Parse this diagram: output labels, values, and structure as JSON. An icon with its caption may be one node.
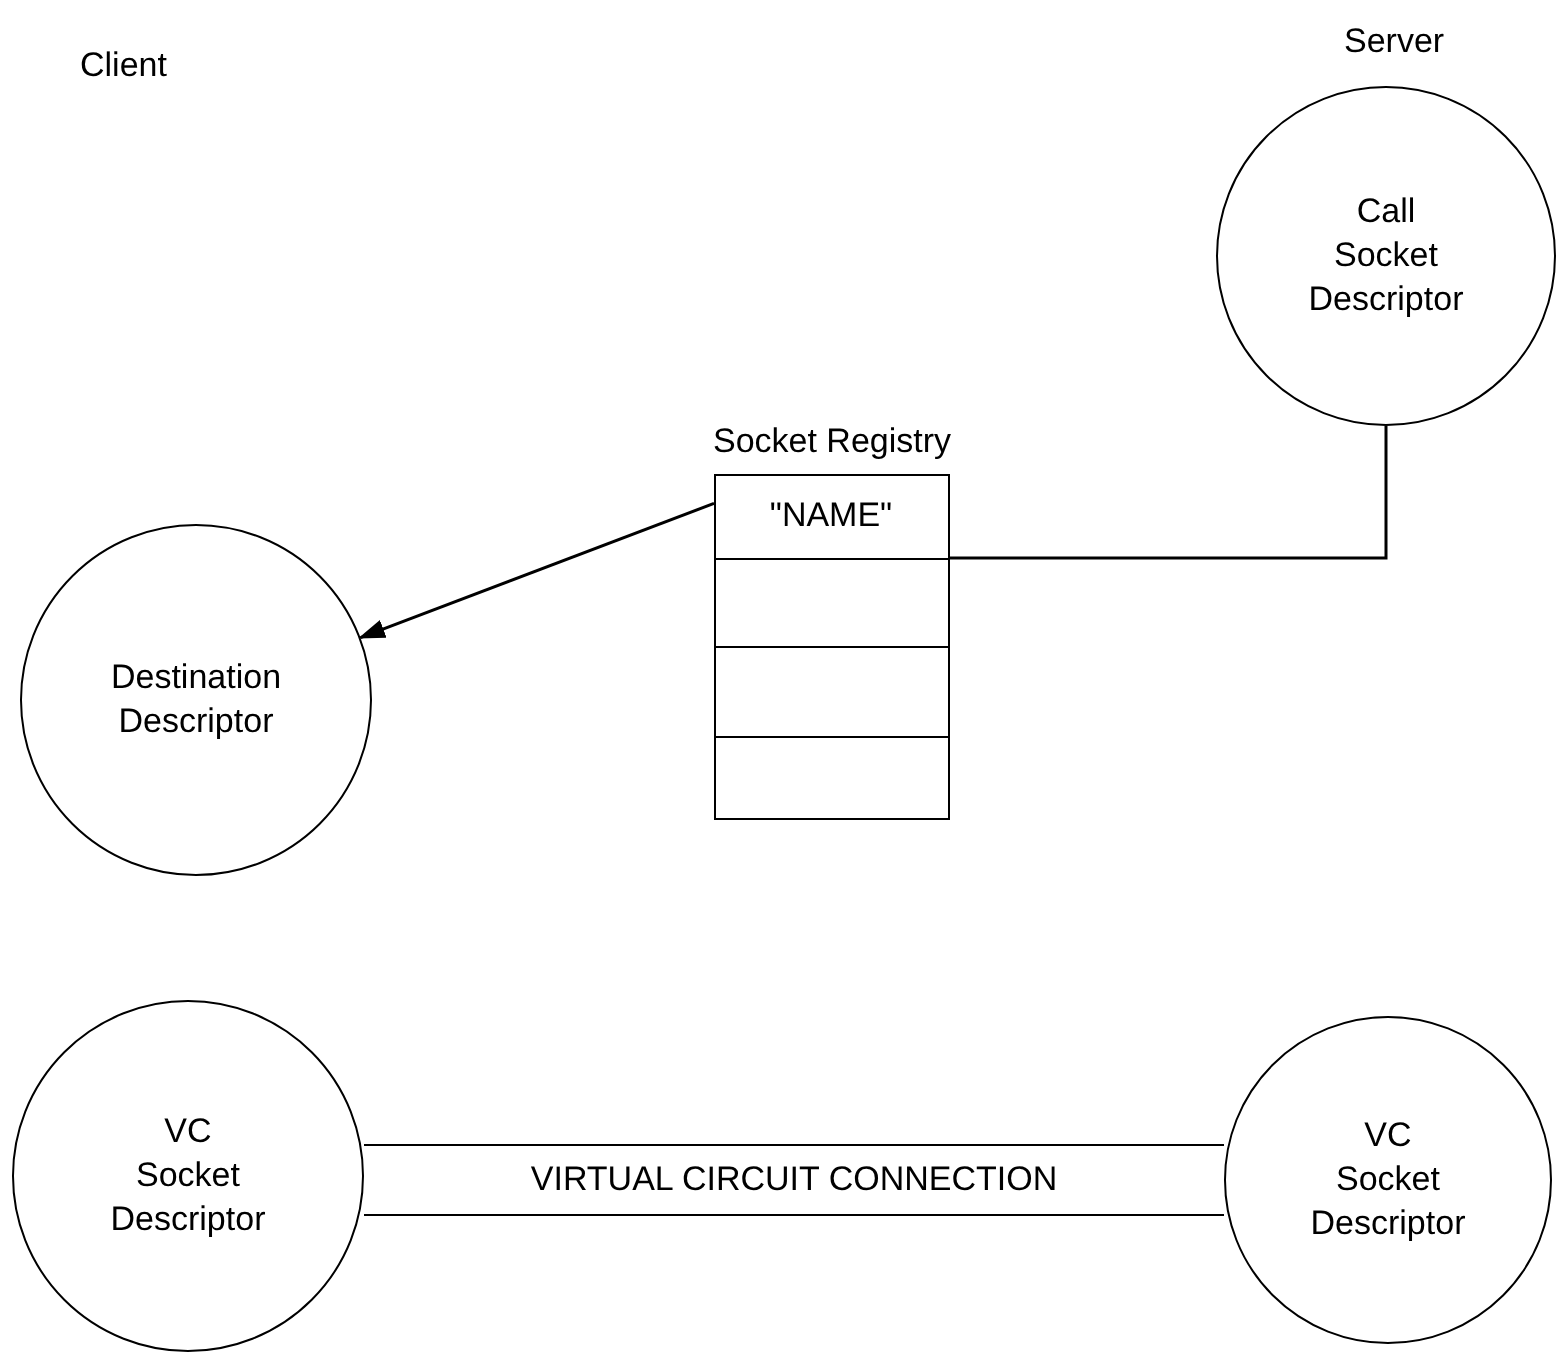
{
  "diagram": {
    "nodes": [
      {
        "text": [
          "Call Socket Descriptor"
        ]
      },
      {
        "text": [
          "Socket Registry"
        ]
      },
      {
        "text": [
          "\"NAME\""
        ],
        "in": 1
      },
      {
        "text": [],
        "shape": "box",
        "in": 1
      },
      {
        "text": [],
        "shape": "box",
        "in": 1
      },
      {
        "text": [],
        "shape": "box",
        "in": 1
      },
      {
        "text": [
          "Destination Descriptor"
        ]
      },
      {
        "text": [
          "VC Socket Descriptor"
        ]
      },
      {
        "text": [
          "VC Socket Descriptor"
        ]
      },
      {
        "text": [
          "VIRTUAL CIRCUIT CONNECTION"
        ]
      }
    ],
    "edges": [
      {
        "from": 2,
        "to": 6,
        "arrow": "to"
      },
      {
        "from": 0,
        "to": 2,
        "arrow": "none"
      }
    ],
    "labels": [
      "Client",
      "Server"
    ]
  }
}
